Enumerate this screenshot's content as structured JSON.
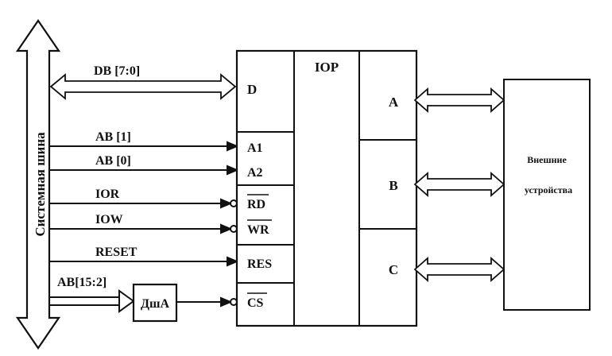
{
  "bus": {
    "label": "Системная шина"
  },
  "signals": {
    "db": "DB [7:0]",
    "ab1": "AB [1]",
    "ab0": "AB [0]",
    "ior": "IOR",
    "iow": "IOW",
    "reset": "RESET",
    "ab15_2": "AB[15:2]"
  },
  "decoder": {
    "label": "ДшА"
  },
  "chip": {
    "title": "IOP",
    "pins": {
      "d": "D",
      "a1": "A1",
      "a2": "A2",
      "rd": "RD",
      "wr": "WR",
      "res": "RES",
      "cs": "CS"
    },
    "ports": {
      "a": "A",
      "b": "B",
      "c": "C"
    }
  },
  "external": {
    "line1": "Внешние",
    "line2": "устройства"
  },
  "colors": {
    "ink": "#111111",
    "background": "#ffffff"
  }
}
